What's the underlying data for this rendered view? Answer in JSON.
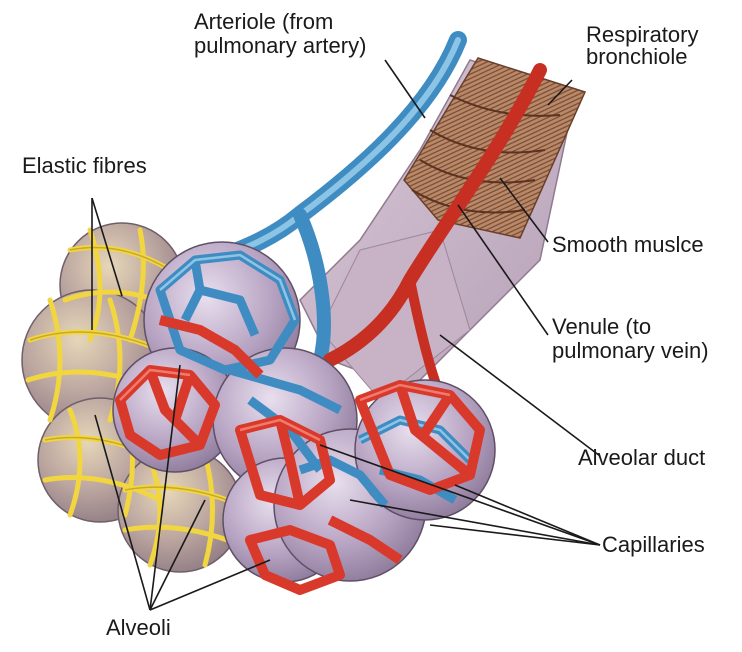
{
  "labels": {
    "arteriole_line1": "Arteriole (from",
    "arteriole_line2": "pulmonary artery)",
    "bronchiole_line1": "Respiratory",
    "bronchiole_line2": "bronchiole",
    "elastic": "Elastic fibres",
    "smooth": "Smooth muslce",
    "venule_line1": "Venule (to",
    "venule_line2": "pulmonary vein)",
    "duct": "Alveolar duct",
    "capillaries": "Capillaries",
    "alveoli": "Alveoli"
  },
  "colors": {
    "artery_blue": "#4e9dcf",
    "vein_red": "#d8392b",
    "elastic_yellow": "#f2d640",
    "alveolus_lilac": "#b9a6c3",
    "muscle_brown": "#9a6a4e"
  }
}
